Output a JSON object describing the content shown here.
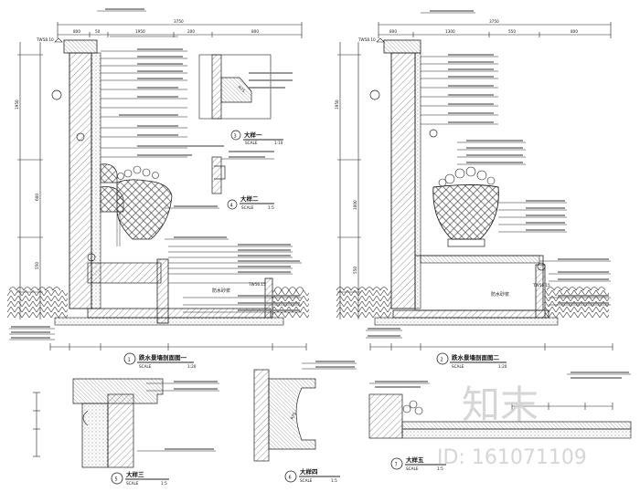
{
  "elevation_left": {
    "level_top": "TW58.10",
    "level_water": "TW56.15",
    "dims_top": [
      "800",
      "50",
      "1950",
      "200",
      "800"
    ],
    "dim_total": "3750",
    "dims_side": [
      "1950",
      "600",
      "550"
    ],
    "label_pool": "防水砂浆",
    "title": "跌水景墙剖面图一",
    "scale": "SCALE",
    "scale_value": "1:20",
    "number": "1"
  },
  "elevation_right": {
    "level_top": "TW58.10",
    "level_water": "TW56.15",
    "dims_top": [
      "800",
      "1300",
      "550",
      "800"
    ],
    "dim_total": "3750",
    "dims_side": [
      "1950",
      "1000",
      "550"
    ],
    "label_pool": "防水砂浆",
    "title": "跌水景墙剖面图二",
    "scale": "SCALE",
    "scale_value": "1:20",
    "number": "2"
  },
  "details": [
    {
      "number": "3",
      "title": "大样一",
      "scale": "SCALE",
      "scale_value": "1:10"
    },
    {
      "number": "4",
      "title": "大样二",
      "scale": "SCALE",
      "scale_value": "1:5"
    },
    {
      "number": "5",
      "title": "大样三",
      "scale": "SCALE",
      "scale_value": "1:5"
    },
    {
      "number": "6",
      "title": "大样四",
      "scale": "SCALE",
      "scale_value": "1:5"
    },
    {
      "number": "7",
      "title": "大样五",
      "scale": "SCALE",
      "scale_value": "1:5"
    }
  ],
  "detail_note_r": "R75",
  "watermark": {
    "brand": "知末",
    "id_text": "ID: 161071109"
  }
}
